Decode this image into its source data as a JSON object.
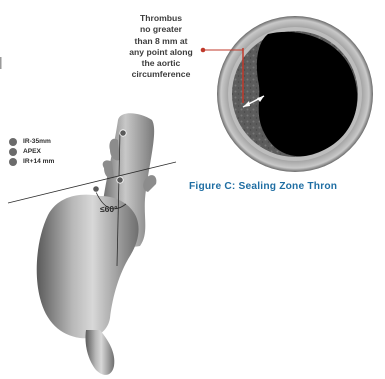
{
  "caption": {
    "lines": [
      "Thrombus",
      "no greater",
      "than 8 mm at",
      "any point along",
      "the aortic",
      "circumference"
    ]
  },
  "legend": {
    "items": [
      {
        "label": "IR-35mm",
        "icon": "marker-dot"
      },
      {
        "label": "APEX",
        "icon": "marker-dot"
      },
      {
        "label": "IR+14 mm",
        "icon": "marker-dot"
      }
    ]
  },
  "angle_label": "≤60°",
  "figure_title": "Figure C:  Sealing  Zone Thron",
  "colors": {
    "accent_red": "#c0392b",
    "title_blue": "#1f6ea3",
    "lumen_black": "#000000",
    "vessel_gray": "#8a8a8a"
  }
}
